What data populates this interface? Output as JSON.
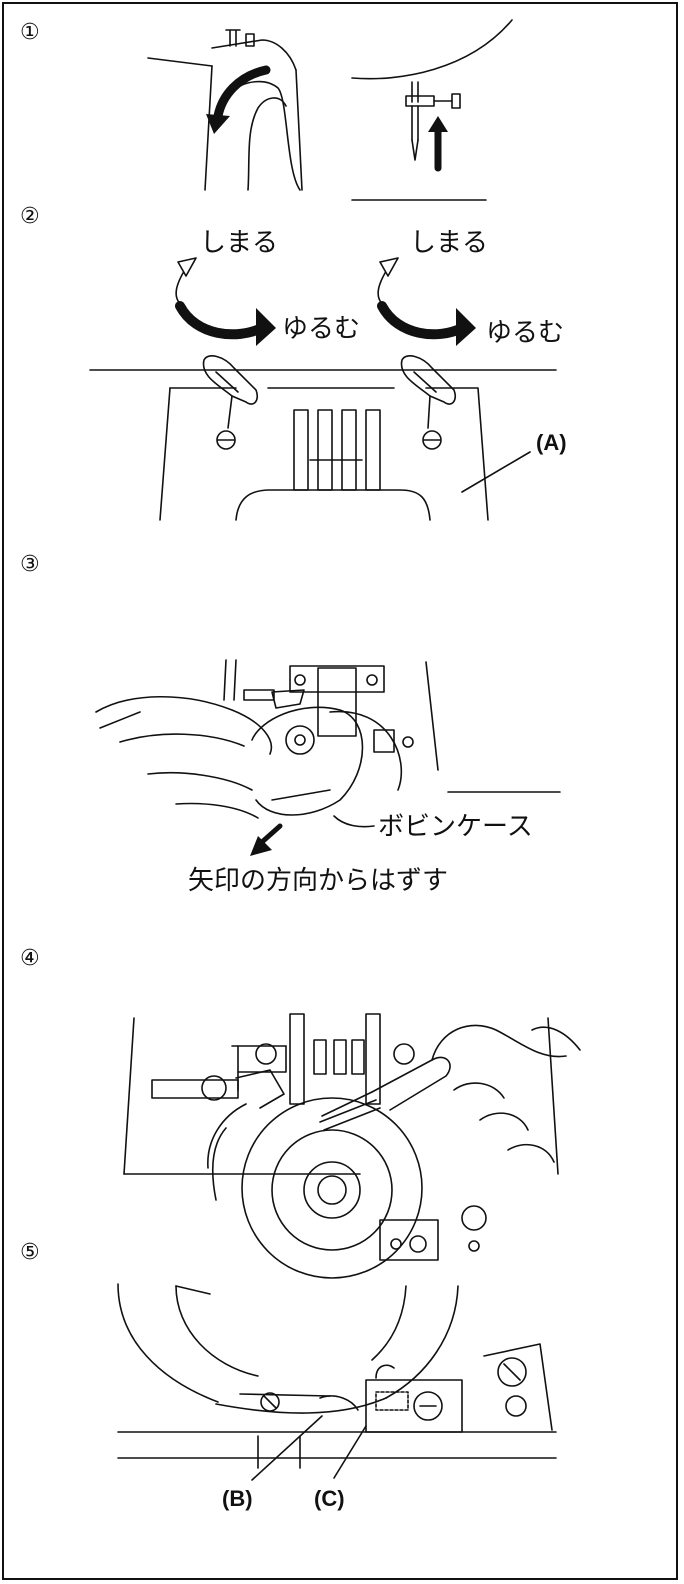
{
  "steps": [
    "①",
    "②",
    "③",
    "④",
    "⑤"
  ],
  "step2": {
    "tighten": "しまる",
    "loosen": "ゆるむ"
  },
  "step2_label": "(A)",
  "step3": {
    "bobbin_case": "ボビンケース",
    "remove_text": "矢印の方向からはずす"
  },
  "step5": {
    "label_b": "(B)",
    "label_c": "(C)"
  }
}
